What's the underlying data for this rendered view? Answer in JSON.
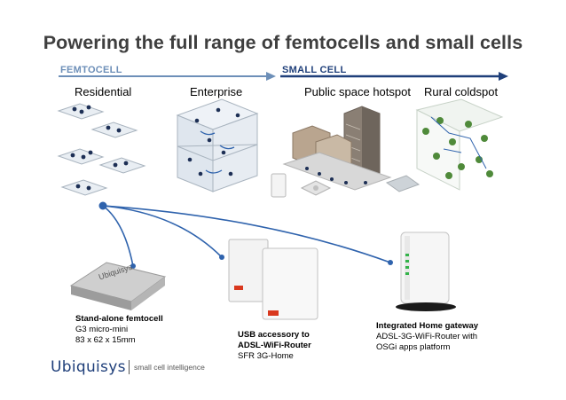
{
  "title": "Powering the full range of femtocells and small cells",
  "bands": {
    "femtocell": "FEMTOCELL",
    "small_cell": "SMALL CELL"
  },
  "categories": [
    "Residential",
    "Enterprise",
    "Public space hotspot",
    "Rural coldspot"
  ],
  "products": [
    {
      "title": "Stand-alone femtocell",
      "lines": [
        "G3 micro-mini",
        "83 x 62 x 15mm"
      ]
    },
    {
      "title": "USB accessory to",
      "lines": [
        "ADSL-WiFi-Router",
        "SFR 3G-Home"
      ]
    },
    {
      "title": "Integrated Home gateway",
      "lines": [
        "ADSL-3G-WiFi-Router with",
        "OSGi apps platform"
      ]
    }
  ],
  "device_label": "Ubiquisys",
  "logo": {
    "name": "Ubiquisys",
    "tagline": "small cell intelligence"
  },
  "colors": {
    "title": "#3f3f3f",
    "femto_arrow": "#6d8fb8",
    "small_arrow": "#1f3f7a",
    "link_curve": "#2f63ad"
  }
}
